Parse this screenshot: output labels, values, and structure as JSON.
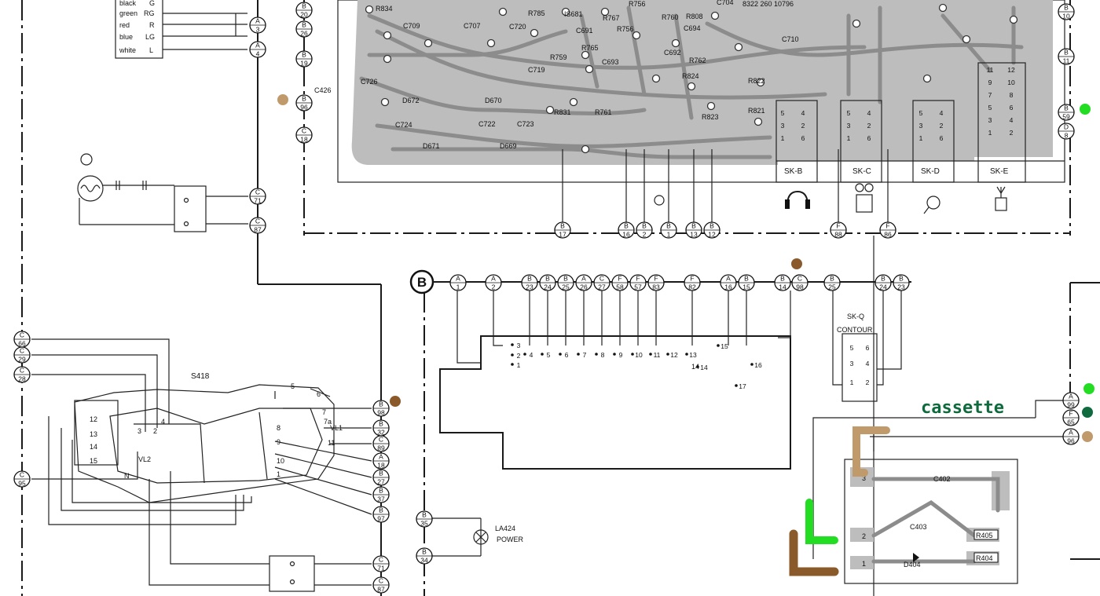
{
  "colors": {
    "paper": "#ffffff",
    "ink": "#1a1a1a",
    "pcb": "#bdbdbd",
    "track": "#8c8c8c",
    "tan": "#c19a6b",
    "brown": "#8b5a2b",
    "green": "#22dd22",
    "darkgreen": "#0f6b3e"
  },
  "wire_legend": {
    "black": "black",
    "green": "green",
    "red": "red",
    "blue": "blue",
    "white": "white",
    "pin_g": "G",
    "pin_rg": "RG",
    "pin_r": "R",
    "pin_lg": "LG",
    "pin_l": "L"
  },
  "top_left_connectors": [
    {
      "letter": "A",
      "num": "3"
    },
    {
      "letter": "A",
      "num": "4"
    },
    {
      "letter": "C",
      "num": "71"
    },
    {
      "letter": "C",
      "num": "87"
    }
  ],
  "pcb_left_connectors": [
    {
      "letter": "B",
      "num": "20"
    },
    {
      "letter": "B",
      "num": "26"
    },
    {
      "letter": "B",
      "num": "19"
    },
    {
      "letter": "B",
      "num": "96"
    },
    {
      "letter": "C",
      "num": "18"
    }
  ],
  "pcb_components": [
    "R834",
    "C709",
    "C707",
    "C720",
    "R785",
    "IS681",
    "R767",
    "R756",
    "R760",
    "R808",
    "C704",
    "C694",
    "R756",
    "C691",
    "C692",
    "R759",
    "R765",
    "C693",
    "R762",
    "C719",
    "C726",
    "C426",
    "D672",
    "D670",
    "R831",
    "R761",
    "R824",
    "R822",
    "C710",
    "R821",
    "R823",
    "C724",
    "C722",
    "C723",
    "D671",
    "D669"
  ],
  "pcb_text": "8322 260 10796",
  "sockets": [
    {
      "name": "SK-B",
      "pins": [
        "5",
        "3",
        "1",
        "4",
        "2",
        "6"
      ]
    },
    {
      "name": "SK-C",
      "pins": [
        "5",
        "3",
        "1",
        "4",
        "2",
        "6"
      ]
    },
    {
      "name": "SK-D",
      "pins": [
        "5",
        "3",
        "1",
        "4",
        "2",
        "6"
      ]
    },
    {
      "name": "SK-E",
      "pins": [
        "11",
        "9",
        "7",
        "5",
        "3",
        "1",
        "12",
        "10",
        "8",
        "6",
        "4",
        "2"
      ]
    }
  ],
  "pcb_right_connectors": [
    {
      "letter": "B",
      "num": "10"
    },
    {
      "letter": "B",
      "num": "11"
    },
    {
      "letter": "B",
      "num": "59"
    },
    {
      "letter": "D",
      "num": "8"
    }
  ],
  "pcb_bottom_connectors": [
    {
      "letter": "B",
      "num": "17"
    },
    {
      "letter": "B",
      "num": "16"
    },
    {
      "letter": "B",
      "num": "2"
    },
    {
      "letter": "B",
      "num": "1"
    },
    {
      "letter": "B",
      "num": "13"
    },
    {
      "letter": "B",
      "num": "12"
    },
    {
      "letter": "F",
      "num": "88"
    },
    {
      "letter": "F",
      "num": "86"
    }
  ],
  "board_b": {
    "label": "B",
    "top_connectors": [
      {
        "letter": "A",
        "num": "1"
      },
      {
        "letter": "A",
        "num": "2"
      },
      {
        "letter": "B",
        "num": "23"
      },
      {
        "letter": "B",
        "num": "24"
      },
      {
        "letter": "B",
        "num": "25"
      },
      {
        "letter": "A",
        "num": "26"
      },
      {
        "letter": "C",
        "num": "27"
      },
      {
        "letter": "F",
        "num": "58"
      },
      {
        "letter": "F",
        "num": "57"
      },
      {
        "letter": "F",
        "num": "83"
      },
      {
        "letter": "F",
        "num": "82"
      },
      {
        "letter": "A",
        "num": "16"
      },
      {
        "letter": "B",
        "num": "15"
      },
      {
        "letter": "B",
        "num": "14"
      },
      {
        "letter": "C",
        "num": "98"
      },
      {
        "letter": "B",
        "num": "25"
      },
      {
        "letter": "B",
        "num": "24"
      },
      {
        "letter": "B",
        "num": "23"
      }
    ],
    "pin_numbers": [
      "3",
      "2",
      "1",
      "4",
      "5",
      "6",
      "7",
      "8",
      "9",
      "10",
      "11",
      "12",
      "13",
      "14",
      "15",
      "16",
      "17"
    ],
    "power_connectors": [
      {
        "letter": "B",
        "num": "35"
      },
      {
        "letter": "B",
        "num": "34"
      }
    ],
    "lamp_label": "LA424",
    "lamp_sub": "POWER"
  },
  "sk_q": {
    "title": "SK-Q",
    "subtitle": "CONTOUR",
    "pins": [
      "5",
      "3",
      "1",
      "6",
      "4",
      "2"
    ]
  },
  "cassette": {
    "note": "cassette",
    "connectors": [
      {
        "letter": "A",
        "num": "99"
      },
      {
        "letter": "F",
        "num": "65"
      },
      {
        "letter": "A",
        "num": "96"
      }
    ],
    "components": [
      "C402",
      "C403",
      "R405",
      "R404",
      "D404"
    ],
    "pins": [
      "3",
      "2",
      "1"
    ]
  },
  "switch": {
    "label": "S418",
    "pins": [
      "5",
      "6",
      "7",
      "8",
      "9",
      "10",
      "1",
      "12",
      "13",
      "14",
      "15",
      "3",
      "2",
      "4",
      "N",
      "VL1",
      "VL2",
      "11",
      "7a"
    ],
    "left_connectors": [
      {
        "letter": "C",
        "num": "66"
      },
      {
        "letter": "C",
        "num": "29"
      },
      {
        "letter": "C",
        "num": "28"
      },
      {
        "letter": "C",
        "num": "95"
      }
    ],
    "right_connectors": [
      {
        "letter": "B",
        "num": "98"
      },
      {
        "letter": "B",
        "num": "32"
      },
      {
        "letter": "C",
        "num": "89"
      },
      {
        "letter": "A",
        "num": "18"
      },
      {
        "letter": "B",
        "num": "27"
      },
      {
        "letter": "B",
        "num": "37"
      },
      {
        "letter": "B",
        "num": "97"
      }
    ],
    "bottom_connectors": [
      {
        "letter": "C",
        "num": "71"
      },
      {
        "letter": "C",
        "num": "87"
      }
    ]
  },
  "markers": [
    {
      "color": "tan",
      "meaning": "tan-dot"
    },
    {
      "color": "green",
      "meaning": "green-dot"
    },
    {
      "color": "brown",
      "meaning": "brown-dot"
    }
  ]
}
